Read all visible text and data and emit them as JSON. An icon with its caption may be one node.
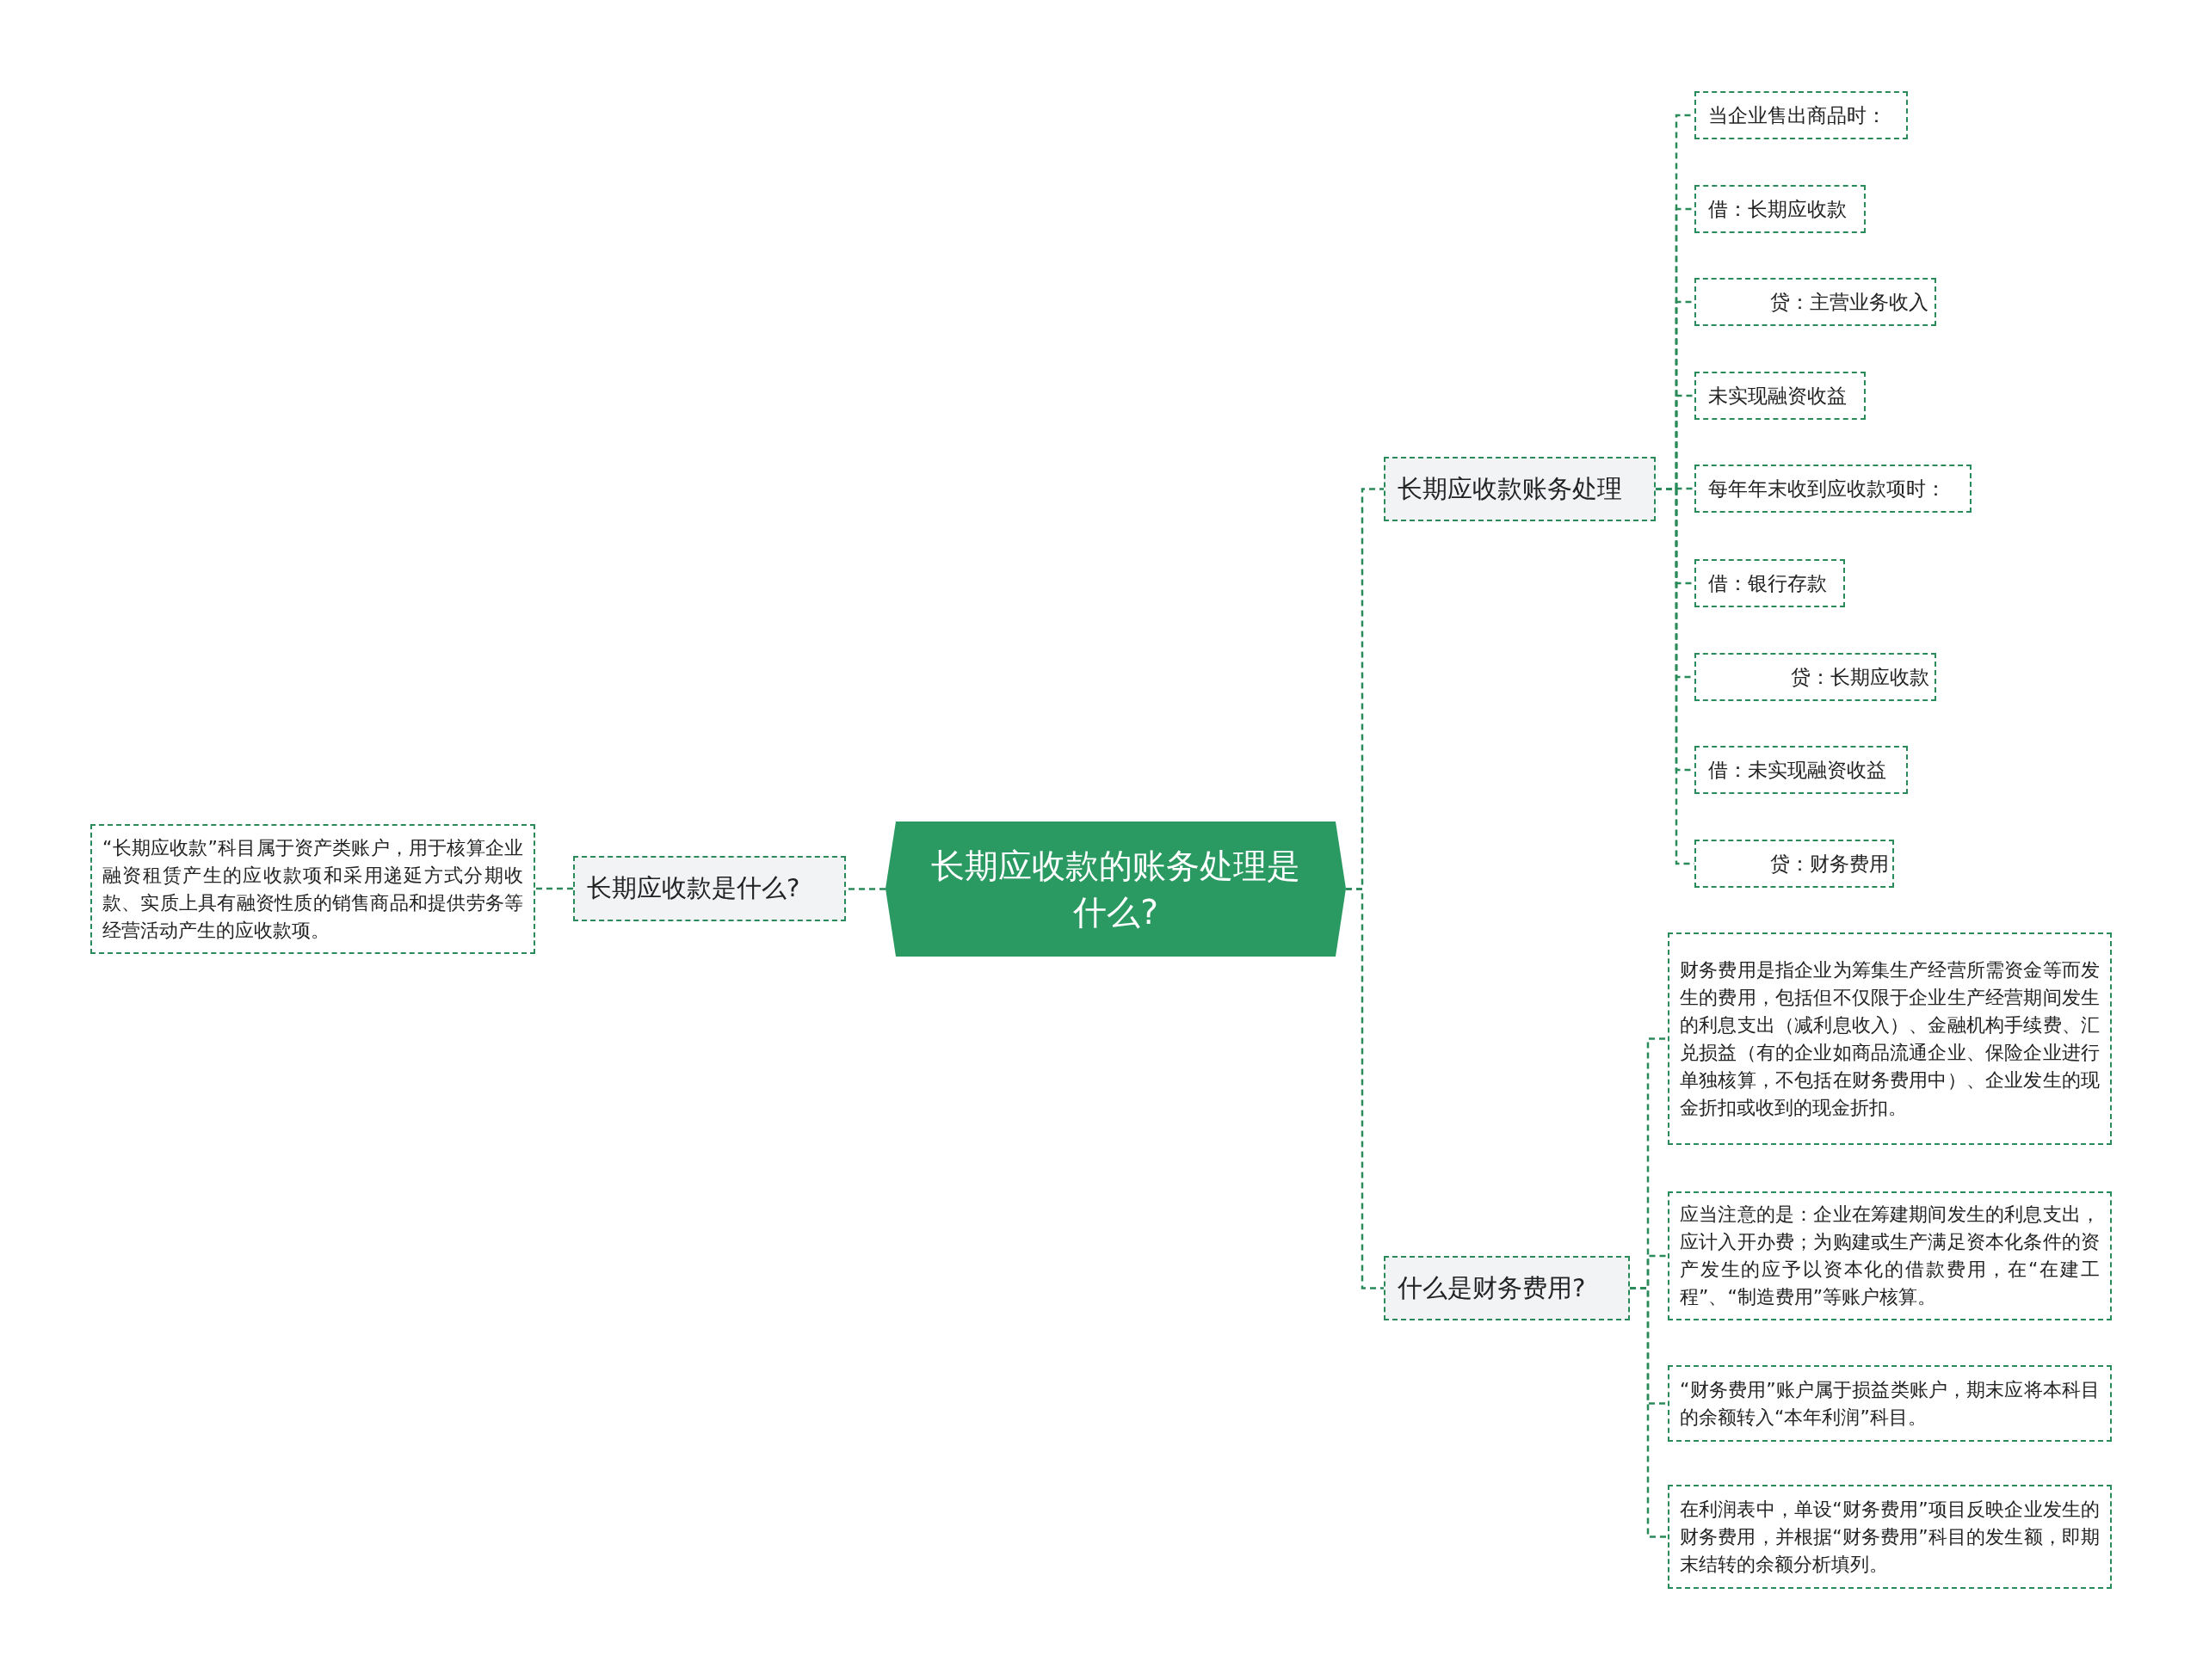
{
  "diagram": {
    "nodes": [
      {
        "text": [
          "长期应收款的账务处理是什么?"
        ]
      },
      {
        "text": [
          "长期应收款是什么?"
        ]
      },
      {
        "text": [
          "“长期应收款”科目属于资产类账户，用于核算企业融资租赁产生的应收款项和采用递延方式分期收款、实质上具有融资性质的销售商品和提供劳务等经营活动产生的应收款项。"
        ]
      },
      {
        "text": [
          "长期应收款账务处理"
        ]
      },
      {
        "text": [
          "当企业售出商品时："
        ]
      },
      {
        "text": [
          "借：长期应收款"
        ]
      },
      {
        "text": [
          "贷：主营业务收入"
        ]
      },
      {
        "text": [
          "未实现融资收益"
        ]
      },
      {
        "text": [
          "每年年末收到应收款项时："
        ]
      },
      {
        "text": [
          "借：银行存款"
        ]
      },
      {
        "text": [
          "贷：长期应收款"
        ]
      },
      {
        "text": [
          "借：未实现融资收益"
        ]
      },
      {
        "text": [
          "贷：财务费用"
        ]
      },
      {
        "text": [
          "什么是财务费用?"
        ]
      },
      {
        "text": [
          "财务费用是指企业为筹集生产经营所需资金等而发生的费用，包括但不仅限于企业生产经营期间发生的利息支出（减利息收入）、金融机构手续费、汇兑损益（有的企业如商品流通企业、保险企业进行单独核算，不包括在财务费用中）、企业发生的现金折扣或收到的现金折扣。"
        ]
      },
      {
        "text": [
          "应当注意的是：企业在筹建期间发生的利息支出，应计入开办费；为购建或生产满足资本化条件的资产发生的应予以资本化的借款费用，在“在建工程”、“制造费用”等账户核算。"
        ]
      },
      {
        "text": [
          "“财务费用”账户属于损益类账户，期末应将本科目的余额转入“本年利润”科目。"
        ]
      },
      {
        "text": [
          "在利润表中，单设“财务费用”项目反映企业发生的财务费用，并根据“财务费用”科目的发生额，即期末结转的余额分析填列。"
        ]
      }
    ],
    "edges": [
      {
        "from": 0,
        "to": 1,
        "arrow": "none",
        "style": "dashed"
      },
      {
        "from": 1,
        "to": 2,
        "arrow": "none",
        "style": "dashed"
      },
      {
        "from": 0,
        "to": 3,
        "arrow": "none",
        "style": "dashed"
      },
      {
        "from": 3,
        "to": 4,
        "arrow": "none",
        "style": "dashed"
      },
      {
        "from": 3,
        "to": 5,
        "arrow": "none",
        "style": "dashed"
      },
      {
        "from": 3,
        "to": 6,
        "arrow": "none",
        "style": "dashed"
      },
      {
        "from": 3,
        "to": 7,
        "arrow": "none",
        "style": "dashed"
      },
      {
        "from": 3,
        "to": 8,
        "arrow": "none",
        "style": "dashed"
      },
      {
        "from": 3,
        "to": 9,
        "arrow": "none",
        "style": "dashed"
      },
      {
        "from": 3,
        "to": 10,
        "arrow": "none",
        "style": "dashed"
      },
      {
        "from": 3,
        "to": 11,
        "arrow": "none",
        "style": "dashed"
      },
      {
        "from": 3,
        "to": 12,
        "arrow": "none",
        "style": "dashed"
      },
      {
        "from": 0,
        "to": 13,
        "arrow": "none",
        "style": "dashed"
      },
      {
        "from": 13,
        "to": 14,
        "arrow": "none",
        "style": "dashed"
      },
      {
        "from": 13,
        "to": 15,
        "arrow": "none",
        "style": "dashed"
      },
      {
        "from": 13,
        "to": 16,
        "arrow": "none",
        "style": "dashed"
      },
      {
        "from": 13,
        "to": 17,
        "arrow": "none",
        "style": "dashed"
      }
    ]
  }
}
